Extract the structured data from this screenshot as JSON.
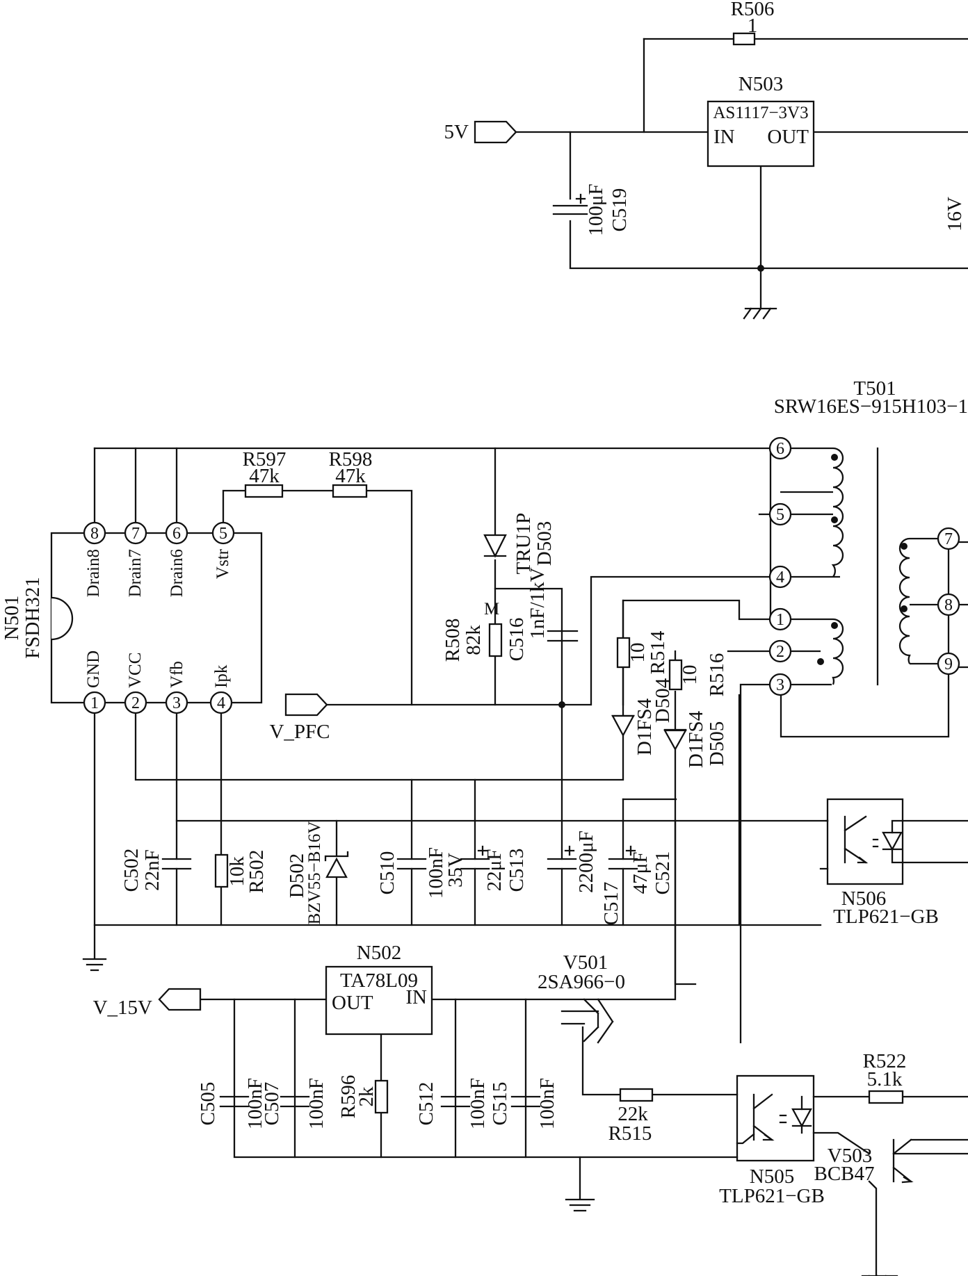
{
  "components": {
    "r506": {
      "ref": "R506",
      "value": "1"
    },
    "n503": {
      "ref": "N503",
      "part": "AS1117−3V3",
      "pin_in": "IN",
      "pin_out": "OUT"
    },
    "c519": {
      "ref": "C519",
      "value": "100μF"
    },
    "t501": {
      "ref": "T501",
      "part": "SRW16ES−915H103−1"
    },
    "n501": {
      "ref": "N501",
      "part": "FSDH321",
      "pins_top": [
        "Drain8",
        "Drain7",
        "Drain6",
        "Vstr"
      ],
      "pins_bottom": [
        "GND",
        "VCC",
        "Vfb",
        "Ipk"
      ]
    },
    "r597": {
      "ref": "R597",
      "value": "47k"
    },
    "r598": {
      "ref": "R598",
      "value": "47k"
    },
    "d503": {
      "ref": "D503",
      "part": "TRU1P"
    },
    "r508": {
      "ref": "R508",
      "value": "82k",
      "suffix": "M"
    },
    "c516": {
      "ref": "C516",
      "value": "1nF/1kV"
    },
    "r514": {
      "ref": "R514",
      "value": "10"
    },
    "r516": {
      "ref": "R516",
      "value": "10"
    },
    "d504": {
      "ref": "D504",
      "part": "D1FS4"
    },
    "d505": {
      "ref": "D505",
      "part": "D1FS4"
    },
    "c502": {
      "ref": "C502",
      "value": "22nF"
    },
    "r502": {
      "ref": "R502",
      "value": "10k"
    },
    "d502": {
      "ref": "D502",
      "part": "BZV55−B16V"
    },
    "c510": {
      "ref": "C510",
      "value": "100nF"
    },
    "c513": {
      "ref": "C513",
      "value": "22μF",
      "voltage": "35V"
    },
    "c517": {
      "ref": "C517",
      "value": "2200μF"
    },
    "c521": {
      "ref": "C521",
      "value": "47μF"
    },
    "n506": {
      "ref": "N506",
      "part": "TLP621−GB"
    },
    "n502": {
      "ref": "N502",
      "part": "TA78L09",
      "pin_out": "OUT",
      "pin_in": "IN"
    },
    "v501": {
      "ref": "V501",
      "part": "2SA966−0"
    },
    "c505": {
      "ref": "C505",
      "value": "100nF"
    },
    "c507": {
      "ref": "C507",
      "value": "100nF"
    },
    "r596": {
      "ref": "R596",
      "value": "2k"
    },
    "c512": {
      "ref": "C512",
      "value": "100nF"
    },
    "c515": {
      "ref": "C515",
      "value": "100nF"
    },
    "r515": {
      "ref": "R515",
      "value": "22k"
    },
    "r522": {
      "ref": "R522",
      "value": "5.1k"
    },
    "n505": {
      "ref": "N505",
      "part": "TLP621−GB"
    },
    "v503": {
      "ref": "V503",
      "part": "BCB47"
    }
  },
  "nets": {
    "v5": "5V",
    "v16": "16V",
    "v_pfc": "V_PFC",
    "v_15v": "V_15V"
  },
  "pin_numbers": {
    "n501_top": [
      "8",
      "7",
      "6",
      "5"
    ],
    "n501_bottom": [
      "1",
      "2",
      "3",
      "4"
    ],
    "t501": [
      "1",
      "2",
      "3",
      "4",
      "5",
      "6",
      "7",
      "8",
      "9"
    ]
  }
}
